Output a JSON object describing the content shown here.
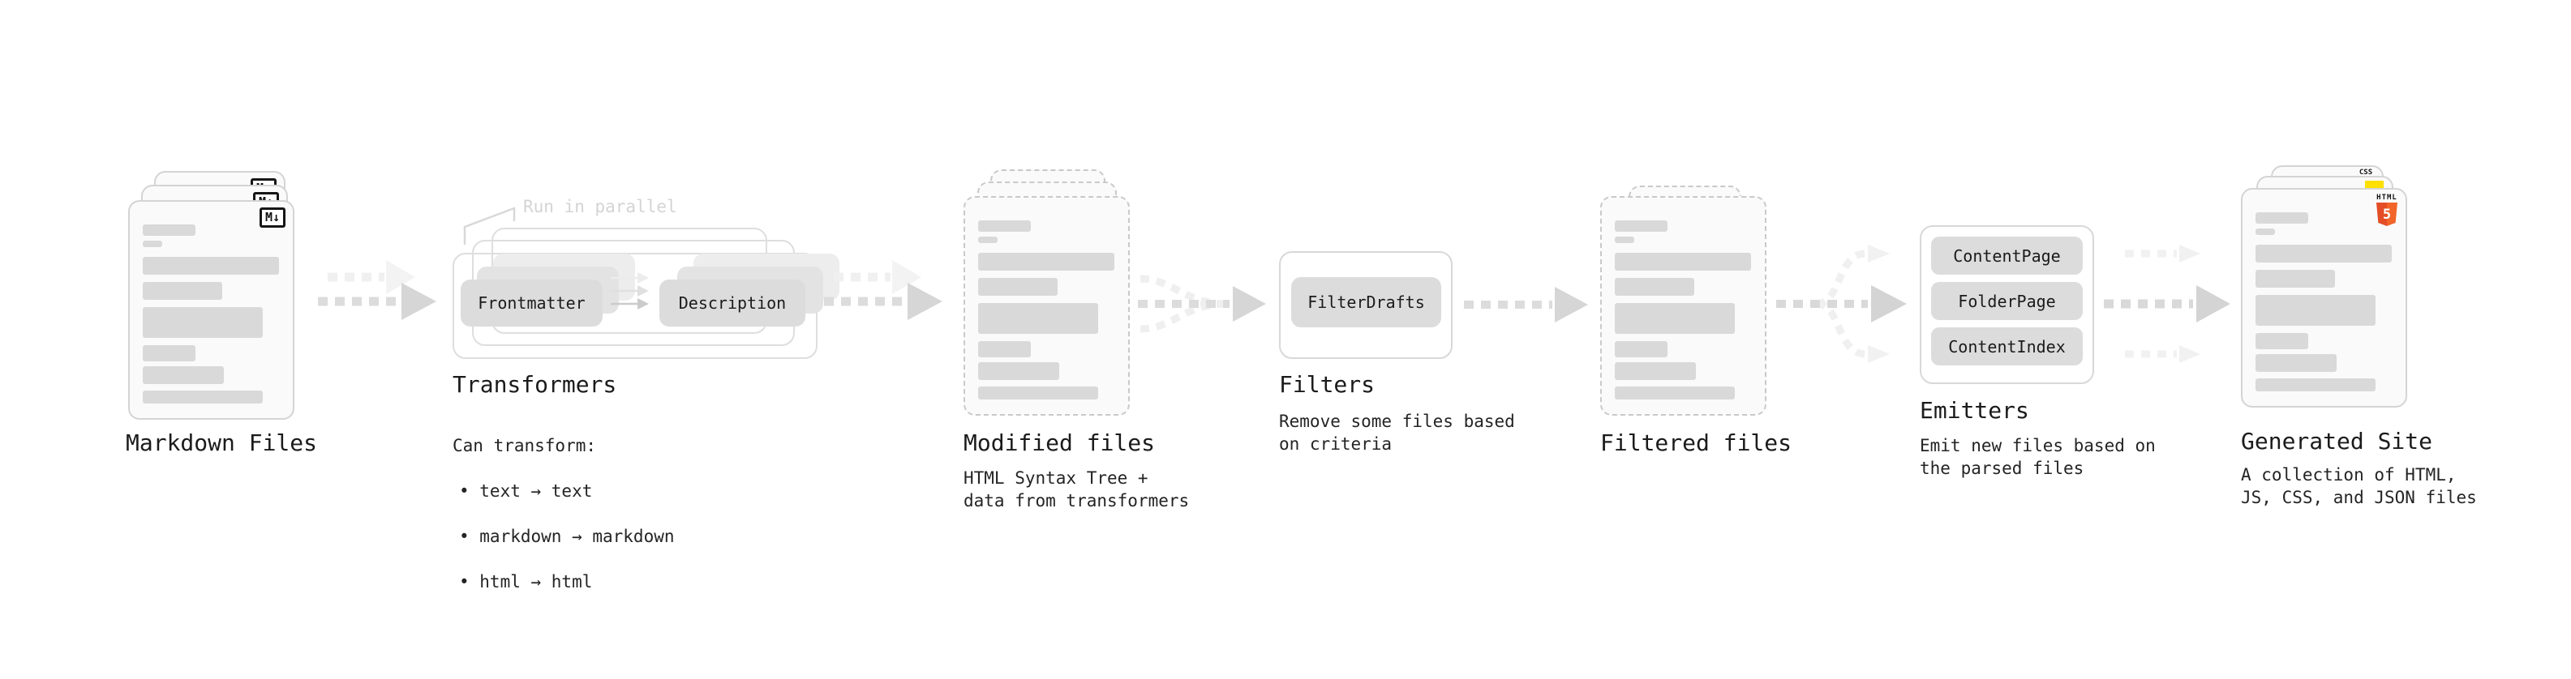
{
  "stages": {
    "markdown_files": {
      "label": "Markdown Files",
      "badge": "M↓"
    },
    "transformers": {
      "label": "Transformers",
      "note": "Run in parallel",
      "source_box": "Frontmatter",
      "target_box": "Description",
      "desc_intro": "Can transform:",
      "bullets": [
        "• text → text",
        "• markdown → markdown",
        "• html → html"
      ]
    },
    "modified_files": {
      "label": "Modified files",
      "desc": "HTML Syntax Tree +\ndata from transformers"
    },
    "filters": {
      "label": "Filters",
      "box": "FilterDrafts",
      "desc": "Remove some files based\non criteria"
    },
    "filtered_files": {
      "label": "Filtered files"
    },
    "emitters": {
      "label": "Emitters",
      "boxes": [
        "ContentPage",
        "FolderPage",
        "ContentIndex"
      ],
      "desc": "Emit new files based on\nthe parsed files"
    },
    "generated_site": {
      "label": "Generated Site",
      "desc": "A collection of HTML,\nJS, CSS, and JSON files",
      "html5_badge_word": "HTML",
      "html5_badge_numeral": "5",
      "css_badge_word": "CSS"
    }
  },
  "colors": {
    "html5_orange": "#e44d26",
    "js_yellow": "#ffe000",
    "css_blue": "#2965f1",
    "box_gray": "#dcdcdc",
    "arrow_gray": "#d6d6d6",
    "ghost_gray": "#f1f1f1"
  }
}
